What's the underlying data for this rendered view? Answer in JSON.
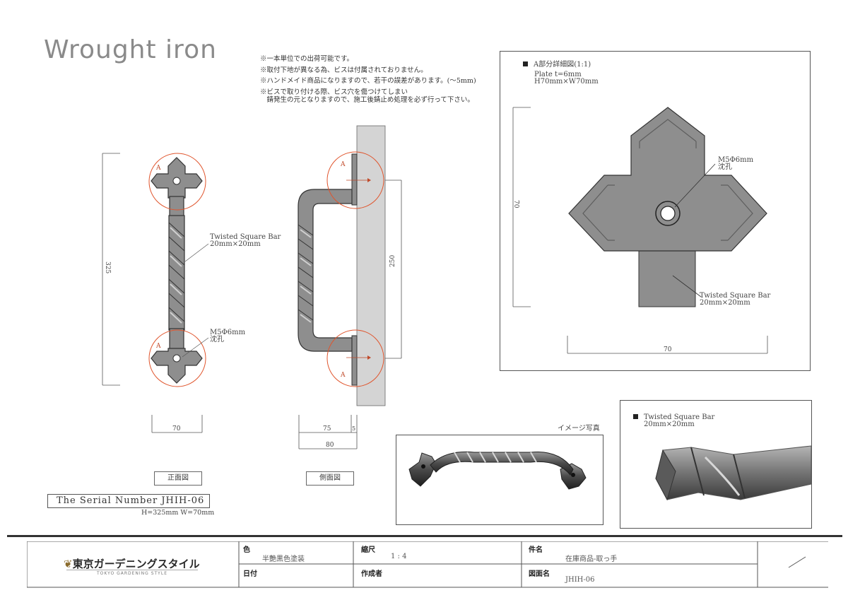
{
  "title": "Wrought iron",
  "notes": [
    "※一本単位での出荷可能です。",
    "※取付下地が異なる為、ビスは付属されておりません。",
    "※ハンドメイド商品になりますので、若干の誤差があります。(～5mm)",
    "※ビスで取り付ける際、ビス穴を傷つけてしまい",
    "　錆発生の元となりますので、施工後錆止め処理を必ず行って下さい。"
  ],
  "front_view": {
    "height_dim": "325",
    "width_dim": "70",
    "marker_a": "A",
    "bar_label_1": "Twisted  Square Bar",
    "bar_label_2": "20mm×20mm",
    "hole_label_1": "M5Φ6mm",
    "hole_label_2": "沈孔",
    "view_name": "正面図"
  },
  "side_view": {
    "height_dim": "250",
    "dim_75": "75",
    "dim_5": "5",
    "dim_80": "80",
    "marker_a": "A",
    "view_name": "側面図"
  },
  "serial": {
    "label": "The Serial Number JHIH-06",
    "size": "H=325mm W=70mm"
  },
  "detail": {
    "heading": "A部分詳細図(1:1)",
    "plate_1": "Plate t=6mm",
    "plate_2": "H70mm×W70mm",
    "hole_1": "M5Φ6mm",
    "hole_2": "沈孔",
    "bar_1": "Twisted  Square Bar",
    "bar_2": "20mm×20mm",
    "dim_v": "70",
    "dim_h": "70"
  },
  "photo": {
    "caption": "イメージ写真",
    "bar_1": "Twisted  Square Bar",
    "bar_2": "20mm×20mm"
  },
  "footer": {
    "logo": "東京ガーデニングスタイル",
    "logo_sub": "TOKYO GARDENING STYLE",
    "color_h": "色",
    "color_v": "半艶黒色塗装",
    "date_h": "日付",
    "scale_h": "縮尺",
    "scale_v": "1 : 4",
    "author_h": "作成者",
    "item_h": "件名",
    "item_v": "在庫商品-取っ手",
    "drawing_h": "図面名",
    "drawing_v": "JHIH-06"
  },
  "colors": {
    "iron": "#8e8e8e",
    "iron_dark": "#333333",
    "highlight_circle": "#e0552d",
    "wall": "#d4d4d4"
  }
}
